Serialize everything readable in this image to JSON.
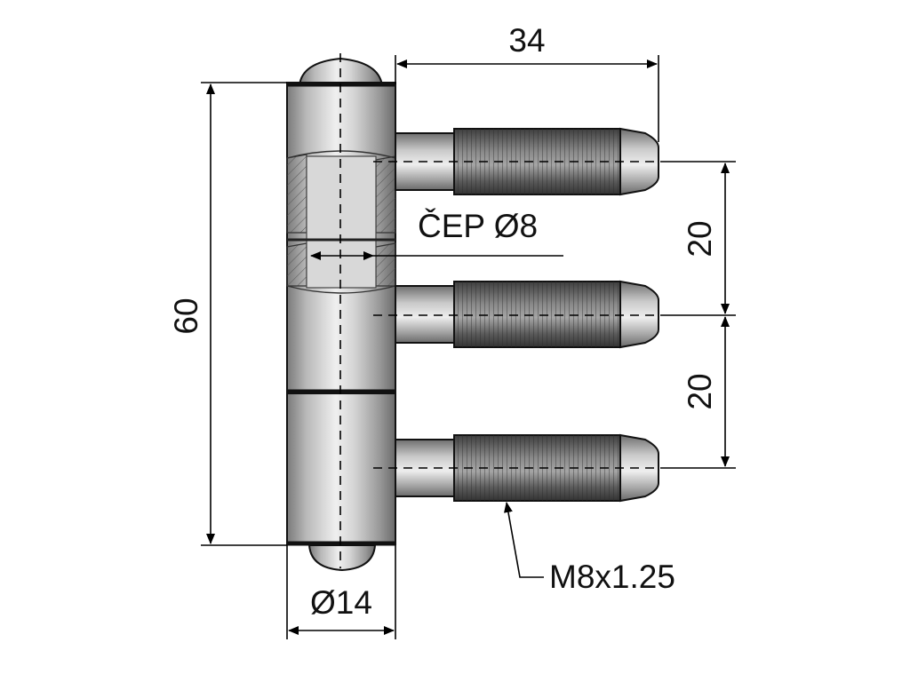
{
  "dimensions": {
    "overall_width": "34",
    "overall_height": "60",
    "pin_spacing_top": "20",
    "pin_spacing_bottom": "20",
    "pin_label": "ČEP Ø8",
    "barrel_diameter": "Ø14",
    "thread_spec": "M8x1.25"
  },
  "colors": {
    "metal_light": "#e6e6e6",
    "metal_mid": "#bdbdbd",
    "metal_dark": "#6f6f6f",
    "thread_dark": "#4a4a4a",
    "line": "#000000"
  }
}
